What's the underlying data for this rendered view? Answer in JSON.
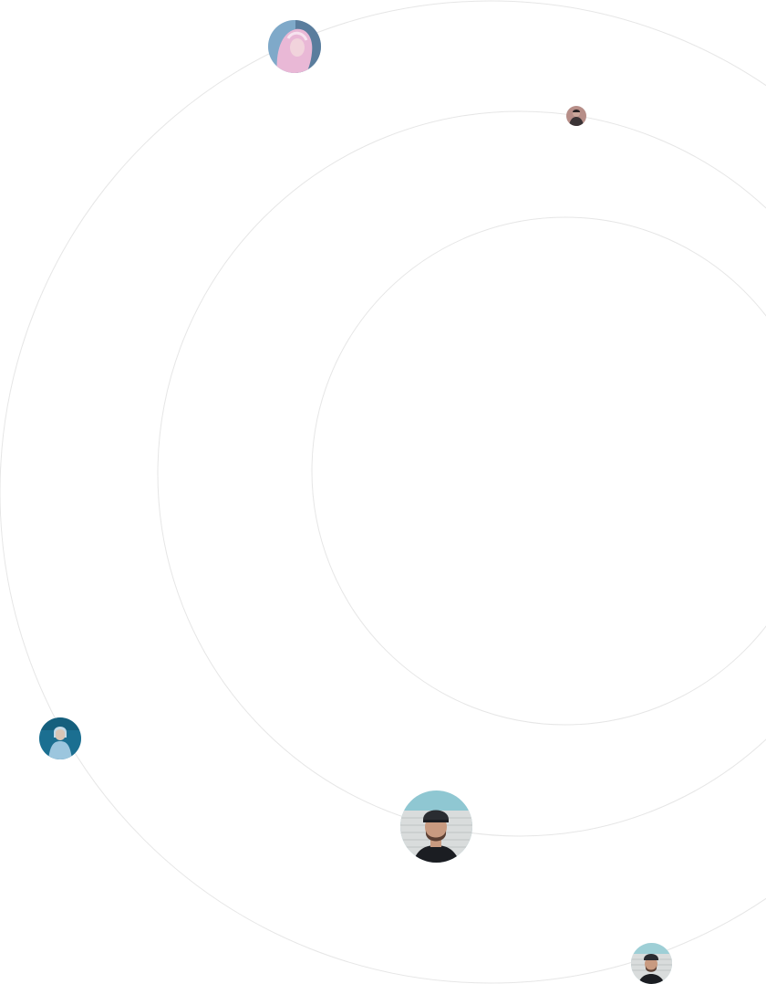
{
  "orbits": [
    {
      "name": "orbit-inner"
    },
    {
      "name": "orbit-middle"
    },
    {
      "name": "orbit-outer"
    }
  ],
  "avatars": [
    {
      "name": "avatar-pink-hoodie",
      "palette": {
        "bg": "#7fa9c9",
        "accent": "#e9b8d6",
        "skin": "#f1d3dc",
        "dark": "#3c5a78"
      }
    },
    {
      "name": "avatar-small-dark",
      "palette": {
        "bg": "#b78e88",
        "accent": "#3b3436",
        "skin": "#caa69a",
        "dark": "#2a2325"
      }
    },
    {
      "name": "avatar-blue-jacket",
      "palette": {
        "bg": "#1b6f91",
        "accent": "#9cc6de",
        "skin": "#d8c6b6",
        "dark": "#0f4f6a"
      }
    },
    {
      "name": "avatar-man-cap-large",
      "palette": {
        "bg": "#8fc7d2",
        "accent": "#1b1d22",
        "skin": "#c89a80",
        "dark": "#2a2c31"
      }
    },
    {
      "name": "avatar-man-cap-small",
      "palette": {
        "bg": "#9ecfd6",
        "accent": "#1b1d22",
        "skin": "#c89a80",
        "dark": "#2a2c31"
      }
    }
  ]
}
